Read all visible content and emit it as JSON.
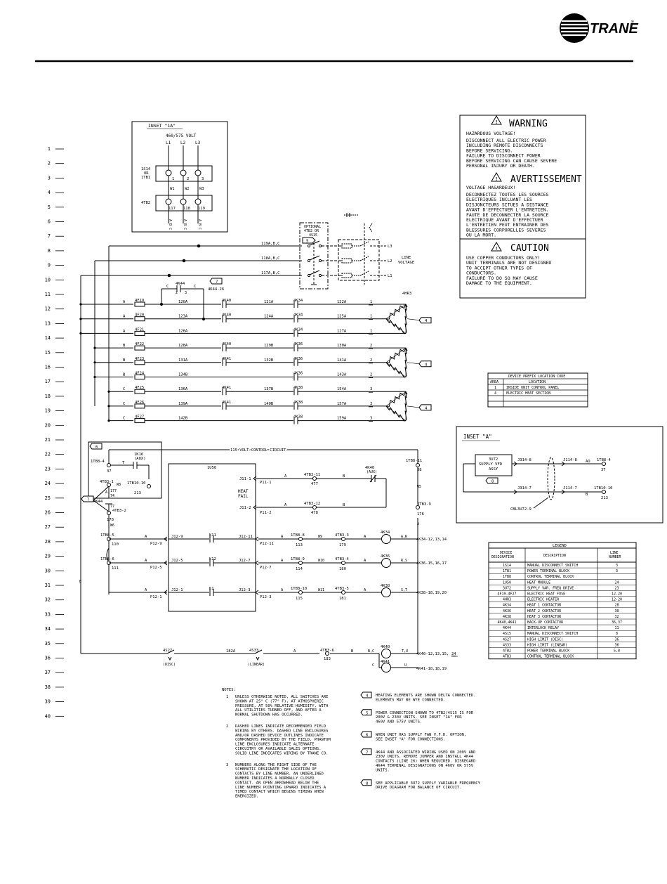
{
  "header": {
    "brand": "TRANE",
    "registered": "®"
  },
  "line_numbers": [
    "1",
    "2",
    "3",
    "4",
    "5",
    "6",
    "7",
    "8",
    "9",
    "10",
    "11",
    "12",
    "13",
    "14",
    "15",
    "16",
    "17",
    "18",
    "19",
    "20",
    "21",
    "22",
    "23",
    "24",
    "25",
    "26",
    "27",
    "28",
    "29",
    "30",
    "31",
    "32",
    "33",
    "34",
    "35",
    "36",
    "37",
    "38",
    "39",
    "40"
  ],
  "inset_1a": {
    "title": "INSET \"1A\"",
    "voltage": "460/575 VOLT",
    "lines": [
      "L1",
      "L2",
      "L3"
    ],
    "tb1_label_1": "1S14",
    "tb1_label_2": "OR",
    "tb1_label_3": "1TB1",
    "tb1_terms": [
      "1",
      "2",
      "3"
    ],
    "wires": [
      "W1",
      "W2",
      "W3"
    ],
    "tb2_label": "4TB2",
    "tb2_terms": [
      "117",
      "118",
      "119"
    ],
    "abc": [
      "A B C",
      "A B C",
      "A B C"
    ]
  },
  "power": {
    "optional_1": "OPTIONAL",
    "optional_2": "4TB2 OR",
    "optional_3": "4S15",
    "optional_note": "5",
    "feeds": [
      "119A,B,C",
      "118A,B,C",
      "117A,B,C"
    ],
    "line_out": [
      "L3",
      "L2",
      "L1"
    ],
    "line_voltage_1": "LINE",
    "line_voltage_2": "VOLTAGE",
    "k44_label": "4K44",
    "k44_contact": "4K44-26",
    "k44_note": "7",
    "k44_c1": "C",
    "k44_c2": "C",
    "k44_t1": "2",
    "k44_t2": "3",
    "heater": "4HR3"
  },
  "heat_rows": [
    {
      "phase": "A",
      "fuse": "4F19",
      "w1": "120A",
      "k1": "4K40",
      "w2": "121A",
      "k2": "4K34",
      "w3": "122A",
      "t": "1"
    },
    {
      "phase": "A",
      "fuse": "4F20",
      "w1": "123A",
      "k1": "4K40",
      "w2": "124A",
      "k2": "4K34",
      "w3": "125A",
      "t": "1"
    },
    {
      "phase": "A",
      "fuse": "4F21",
      "w1": "126A",
      "k1": "",
      "w2": "",
      "k2": "4K34",
      "w3": "127A",
      "t": "1"
    },
    {
      "phase": "B",
      "fuse": "4F22",
      "w1": "128A",
      "k1": "4K40",
      "w2": "129B",
      "k2": "4K36",
      "w3": "130A",
      "t": "2"
    },
    {
      "phase": "B",
      "fuse": "4F23",
      "w1": "131A",
      "k1": "4K41",
      "w2": "132B",
      "k2": "4K36",
      "w3": "141A",
      "t": "2"
    },
    {
      "phase": "B",
      "fuse": "4F24",
      "w1": "134B",
      "k1": "",
      "w2": "",
      "k2": "4K36",
      "w3": "143A",
      "t": "2"
    },
    {
      "phase": "C",
      "fuse": "4F25",
      "w1": "136A",
      "k1": "4K41",
      "w2": "137B",
      "k2": "4K38",
      "w3": "154A",
      "t": "3"
    },
    {
      "phase": "C",
      "fuse": "4F26",
      "w1": "139A",
      "k1": "4K41",
      "w2": "140B",
      "k2": "4K38",
      "w3": "157A",
      "t": "3"
    },
    {
      "phase": "C",
      "fuse": "4F27",
      "w1": "142B",
      "k1": "",
      "w2": "",
      "k2": "4K38",
      "w3": "159A",
      "t": "3"
    }
  ],
  "note_refs": {
    "heater": "4"
  },
  "warning": {
    "title": "WARNING",
    "subtitle": "HAZARDOUS VOLTAGE!",
    "lines": [
      "DISCONNECT ALL ELECTRIC POWER",
      "INCLUDING REMOTE DISCONNECTS",
      "BEFORE SERVICING."
    ],
    "lines2": [
      "FAILURE TO DISCONNECT POWER",
      "BEFORE SERVICING CAN CAUSE SEVERE",
      "PERSONAL INJURY OR DEATH."
    ]
  },
  "avertissement": {
    "title": "AVERTISSEMENT",
    "subtitle": "VOLTAGE HASARDEUX!",
    "lines": [
      "DECONNECTEZ TOUTES LES SOURCES",
      "ELECTRIQUES INCLUANT LES",
      "DISJONCTEURS SITUES A DISTANCE",
      "AVANT D'EFFECTUER L'ENTRETIEN."
    ],
    "lines2": [
      "FAUTE DE DECONNECTER LA SOURCE",
      "ELECTRIQUE AVANT D'EFFECTUER",
      "L'ENTRETIEN PEUT ENTRAINER DES",
      "BLESSURES CORPORELLES SEVERES",
      "OU LA MORT."
    ]
  },
  "caution": {
    "title": "CAUTION",
    "lines": [
      "USE COPPER CONDUCTORS ONLY!",
      "UNIT TERMINALS ARE NOT DESIGNED",
      "TO ACCEPT OTHER TYPES OF",
      "CONDUCTORS."
    ],
    "lines2": [
      "FAILURE TO DO SO MAY CAUSE",
      "DAMAGE TO THE EQUIPMENT."
    ]
  },
  "prefix_table": {
    "title": "DEVICE PREFIX LOCATION CODE",
    "headers": [
      "AREA",
      "LOCATION"
    ],
    "rows": [
      [
        "1",
        "INSIDE UNIT CONTROL PANEL"
      ],
      [
        "4",
        "ELECTRIC HEAT SECTION"
      ],
      [
        "",
        ""
      ],
      [
        "",
        ""
      ]
    ]
  },
  "inset_a": {
    "title": "INSET \"A\"",
    "box_1": "3U72",
    "box_2": "SUPPLY VFD",
    "box_3": "ASSY",
    "j1": "J314-8",
    "j2": "J114-8",
    "ao": "AO",
    "t1": "1TB8-4",
    "t1n": "37",
    "j3": "J314-7",
    "j4": "J114-7",
    "b": "B",
    "t2": "1TB10-10",
    "t2n": "213",
    "cable": "CBL3U72-9",
    "note": "8"
  },
  "control": {
    "circuit": "115 VOLT CONTROL CIRCUIT",
    "note6": "6",
    "tb8_4": "1TB8-4",
    "n37": "37",
    "t_label": "T",
    "k16_1": "1K16",
    "k16_2": "(AUX)",
    "tb10": "1TB10-10",
    "n213": "213",
    "tb3_1": "4TB3-1",
    "w8": "W8",
    "n177": "177",
    "n74": "74",
    "k44": "4K44",
    "n77": "77",
    "tb3_2": "4TB3-2",
    "n178": "178",
    "w6": "W6",
    "note7": "7",
    "a_lbl": "A",
    "u50": "1U50",
    "j11_1": "J11-1",
    "p11_1": "P11-1",
    "heat_1": "HEAT",
    "heat_2": "FAIL",
    "j11_2": "J11-2",
    "p11_2": "P11-2",
    "tb3_11": "4TB3-11",
    "n477": "477",
    "tb3_12": "4TB3-12",
    "n478": "478",
    "k40aux_1": "4K40",
    "k40aux_2": "(AUX)",
    "tb8_11": "1TB8-11",
    "n38": "38",
    "w5": "W5",
    "tb3_9": "4TB3-9",
    "n176": "176",
    "b_lbl": "B",
    "e_lbl": "E"
  },
  "stages": [
    {
      "tb": "1TB8-5",
      "n": "110",
      "p": "P12-9",
      "j": "J12-9",
      "k": "K11",
      "j2": "J12-11",
      "p2": "P12-11",
      "tb2": "1TB8-8",
      "n2": "113",
      "w": "W9",
      "tb3": "4TB3-3",
      "n3": "179",
      "coil": "4K34",
      "ab": "A,R",
      "ref": "4K34-12,13,14"
    },
    {
      "tb": "1TB8-6",
      "n": "111",
      "p": "P12-5",
      "j": "J12-5",
      "k": "K12",
      "j2": "J12-7",
      "p2": "P12-7",
      "tb2": "1TB8-9",
      "n2": "114",
      "w": "W10",
      "tb3": "4TB3-4",
      "n3": "180",
      "coil": "4K36",
      "ab": "R,S",
      "ref": "4K36-15,16,17"
    },
    {
      "tb": "",
      "n": "",
      "p": "P12-1",
      "j": "J12-1",
      "k": "K1",
      "j2": "J12-3",
      "p2": "P12-3",
      "tb2": "1TB8-10",
      "n2": "115",
      "w": "W11",
      "tb3": "4TB3-5",
      "n3": "181",
      "coil": "4K38",
      "ab": "S,T",
      "ref": "4K38-18,19,20"
    }
  ],
  "limit_row": {
    "s27": "4S27",
    "disc": "(DISC)",
    "w182": "182A",
    "s33": "4S33",
    "linear": "(LINEAR)",
    "tb3_6": "4TB3-6",
    "n183": "183",
    "k40": "4K40",
    "bc": "B,C",
    "tu": "T,U",
    "ref1": "4K40-12,13,15,",
    "ref1u": "24",
    "k41": "4K41",
    "cc": "C",
    "uu": "U",
    "ref2": "4K41-18,18,19"
  },
  "legend": {
    "title": "LEGEND",
    "headers": [
      "DEVICE DESIGNATION",
      "DESCRIPTION",
      "LINE NUMBER"
    ],
    "rows": [
      [
        "1S14",
        "MANUAL DISCONNECT SWITCH",
        "3"
      ],
      [
        "1TB1",
        "POWER TERMINAL BLOCK",
        "3"
      ],
      [
        "1TB8",
        "CONTROL TERMINAL BLOCK",
        ""
      ],
      [
        "1U50",
        "HEAT MODULE",
        "24"
      ],
      [
        "3U72",
        "SUPPLY VAR. FREQ DRIVE",
        "23"
      ],
      [
        "4F19-4F27",
        "ELECTRIC HEAT FUSE",
        "12-20"
      ],
      [
        "4HR3",
        "ELECTRIC HEATER",
        "12-20"
      ],
      [
        "4K34",
        "HEAT 1 CONTACTOR",
        "28"
      ],
      [
        "4K36",
        "HEAT 2 CONTACTOR",
        "30"
      ],
      [
        "4K38",
        "HEAT 3 CONTACTOR",
        "32"
      ],
      [
        "4K40,4K41",
        "BACK-UP CONTACTOR",
        "36,37"
      ],
      [
        "4K44",
        "INTERLOCK RELAY",
        "11"
      ],
      [
        "4S15",
        "MANUAL DISCONNECT SWITCH",
        "8"
      ],
      [
        "4S27",
        "HIGH LIMIT (DISC)",
        "36"
      ],
      [
        "4S33",
        "HIGH LIMIT (LINEAR)",
        "36"
      ],
      [
        "4TB2",
        "POWER TERMINAL BLOCK",
        "5,8"
      ],
      [
        "4TB3",
        "CONTROL TERMINAL BLOCK",
        ""
      ]
    ]
  },
  "notes": {
    "title": "NOTES:",
    "left": [
      {
        "n": "1",
        "lines": [
          "UNLESS OTHERWISE NOTED, ALL SWITCHES ARE",
          "SHOWN AT 25° C (77° F), AT ATMOSPHERIC",
          "PRESSURE, AT 50% RELATIVE HUMIDITY, WITH",
          "ALL UTILITIES TURNED OFF, AND AFTER A",
          "NORMAL SHUTDOWN HAS OCCURRED."
        ]
      },
      {
        "n": "2",
        "lines": [
          "DASHED LINES INDICATE RECOMMENDED FIELD",
          "WIRING BY OTHERS. DASHED LINE ENCLOSURES",
          "AND/OR DASHED DEVICE OUTLINES INDICATE",
          "COMPONENTS PROVIDED BY THE FIELD. PHANTOM",
          "LINE ENCLOSURES INDICATE ALTERNATE",
          "CIRCUITRY OR AVAILABLE SALES OPTIONS.",
          "SOLID LINE INDICATES WIRING BY TRANE CO."
        ]
      },
      {
        "n": "3",
        "lines": [
          "NUMBERS ALONG THE RIGHT SIDE OF THE",
          "SCHEMATIC DESIGNATE THE LOCATION OF",
          "CONTACTS BY LINE NUMBER. AN UNDERLINED",
          "NUMBER INDICATES A NORMALLY CLOSED",
          "CONTACT. AN OPEN ARROWHEAD BELOW THE",
          "LINE NUMBER POINTING UPWARD INDICATES A",
          "TIMED CONTACT WHICH BEGINS TIMING WHEN",
          "ENERGIZED."
        ]
      }
    ],
    "right": [
      {
        "n": "4",
        "lines": [
          "HEATING ELEMENTS ARE SHOWN DELTA CONNECTED.",
          "ELEMENTS MAY BE WYE CONNECTED."
        ]
      },
      {
        "n": "5",
        "lines": [
          "POWER CONNECTION SHOWN TO 4TB2/4S15 IS FOR",
          "200V & 230V UNITS. SEE INSET \"1A\" FOR",
          "460V AND 575V UNITS."
        ]
      },
      {
        "n": "6",
        "lines": [
          "WHEN UNIT HAS SUPPLY FAN V.F.D. OPTION,",
          "SEE INSET \"A\" FOR CONNECTIONS."
        ]
      },
      {
        "n": "7",
        "lines": [
          "4K44 AND ASSOCIATED WIRING USED ON 200V AND",
          "230V UNITS. REMOVE JUMPER AND INSTALL 4K44",
          "CONTACTS (LINE 26) WHEN REQUIRED. DISREGARD",
          "4K44 TERMINAL DESIGNATIONS ON 460V OR 575V",
          "UNITS."
        ]
      },
      {
        "n": "8",
        "lines": [
          "SEE APPLICABLE 3U72 SUPPLY VARIABLE FREQUENCY",
          "DRIVE DIAGRAM FOR BALANCE OF CIRCUIT."
        ]
      }
    ]
  }
}
